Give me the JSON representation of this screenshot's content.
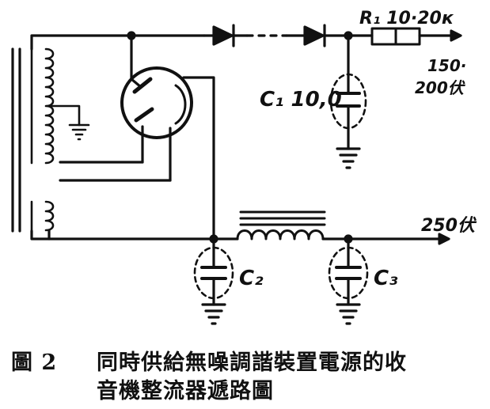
{
  "labels": {
    "r1": "R₁ 10·20к",
    "out_top_1": "150·",
    "out_top_2": "200伏",
    "c1": "C₁ 10,0",
    "c2": "C₂",
    "c3": "C₃",
    "out_bottom": "250伏"
  },
  "caption": {
    "fig_no": "圖 2",
    "line1": "同時供給無噪調諧裝置電源的收",
    "line2": "音機整流器遞路圖"
  }
}
